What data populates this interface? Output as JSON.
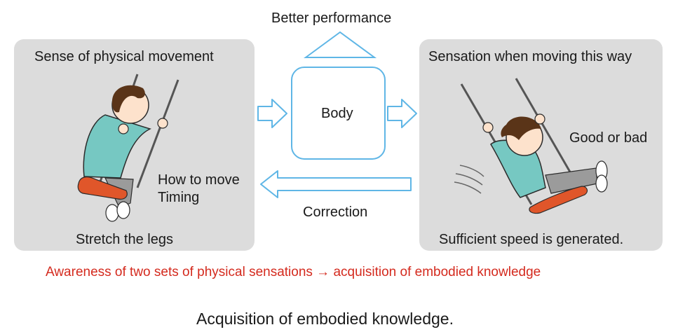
{
  "top_label": "Better performance",
  "left_panel": {
    "title": "Sense of physical movement",
    "how_to_move": "How to move",
    "timing": "Timing",
    "bottom": "Stretch the legs"
  },
  "center": {
    "body_label": "Body",
    "correction_label": "Correction"
  },
  "right_panel": {
    "title": "Sensation when moving this way",
    "good_or_bad": "Good or bad",
    "bottom": "Sufficient speed is generated."
  },
  "awareness_text": "Awareness of two sets of physical sensations → acquisition of embodied knowledge",
  "caption": "Acquisition of embodied knowledge.",
  "colors": {
    "panel_bg": "#dcdcdc",
    "arrow_stroke": "#5fb6e6",
    "awareness_red": "#d42a1e",
    "shirt_teal": "#76c8c2",
    "hair_brown": "#5a3418",
    "seat_orange": "#e0562a"
  },
  "icons": [
    "up-triangle-icon",
    "right-arrow-icon",
    "left-arrow-icon",
    "child-on-swing-illustration"
  ]
}
